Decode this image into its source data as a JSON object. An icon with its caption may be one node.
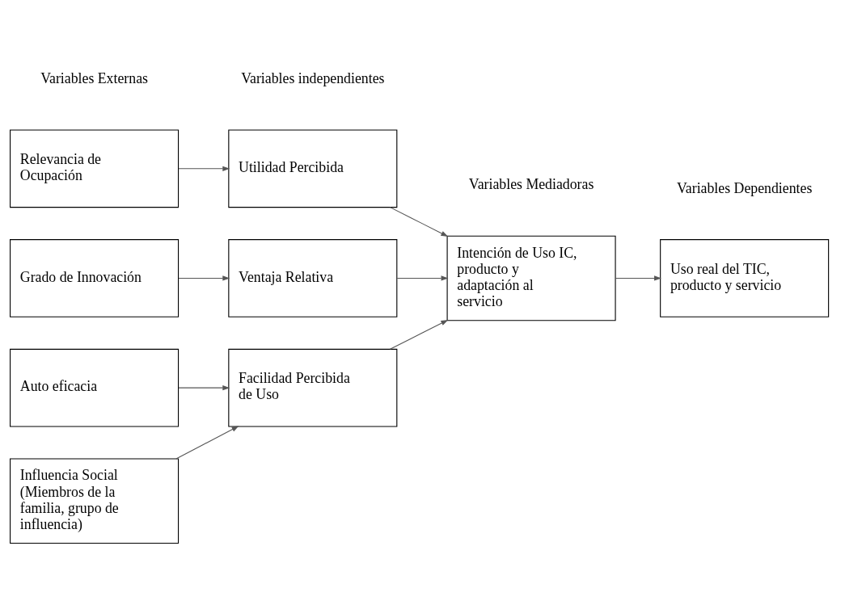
{
  "diagram": {
    "nodes": [
      {
        "text": [
          "Relevancia de Ocupación"
        ]
      },
      {
        "text": [
          "Utilidad Percibida"
        ]
      },
      {
        "text": [
          "Grado de Innovación"
        ]
      },
      {
        "text": [
          "Ventaja Relativa"
        ]
      },
      {
        "text": [
          "Intención de Uso IC, producto y adaptación al servicio"
        ]
      },
      {
        "text": [
          "Uso real del TIC, producto y servicio"
        ]
      },
      {
        "text": [
          "Auto eficacia"
        ]
      },
      {
        "text": [
          "Facilidad Percibida de Uso"
        ]
      },
      {
        "text": [
          "Influencia Social (Miembros de la familia, grupo de influencia)"
        ]
      }
    ],
    "edges": [
      {
        "from": 0,
        "to": 1,
        "arrow": "to"
      },
      {
        "from": 2,
        "to": 3,
        "arrow": "to"
      },
      {
        "from": 1,
        "to": 4,
        "arrow": "to"
      },
      {
        "from": 3,
        "to": 4,
        "arrow": "to"
      },
      {
        "from": 7,
        "to": 4,
        "arrow": "to"
      },
      {
        "from": 4,
        "to": 5,
        "arrow": "to"
      },
      {
        "from": 6,
        "to": 7,
        "arrow": "to"
      },
      {
        "from": 8,
        "to": 7,
        "arrow": "to"
      }
    ],
    "labels": [
      "Variables Externas",
      "Variables independientes",
      "Variables Mediadoras",
      "Variables Dependientes"
    ]
  }
}
